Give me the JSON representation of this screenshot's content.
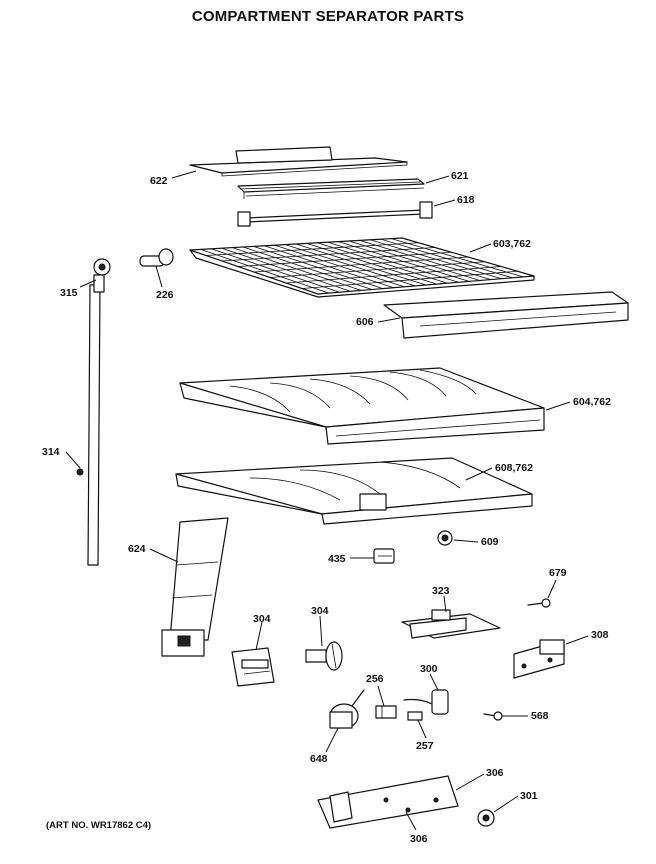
{
  "title": "COMPARTMENT SEPARATOR PARTS",
  "art_number": "(ART NO. WR17862 C4)",
  "callouts": {
    "c622": "622",
    "c621": "621",
    "c618": "618",
    "c603": "603,762",
    "c315": "315",
    "c226": "226",
    "c606": "606",
    "c604": "604,762",
    "c314": "314",
    "c608": "608,762",
    "c624": "624",
    "c435": "435",
    "c609": "609",
    "c679": "679",
    "c323": "323",
    "c304a": "304",
    "c304b": "304",
    "c308": "308",
    "c300": "300",
    "c256": "256",
    "c568": "568",
    "c257": "257",
    "c648": "648",
    "c306a": "306",
    "c301": "301",
    "c306b": "306"
  }
}
